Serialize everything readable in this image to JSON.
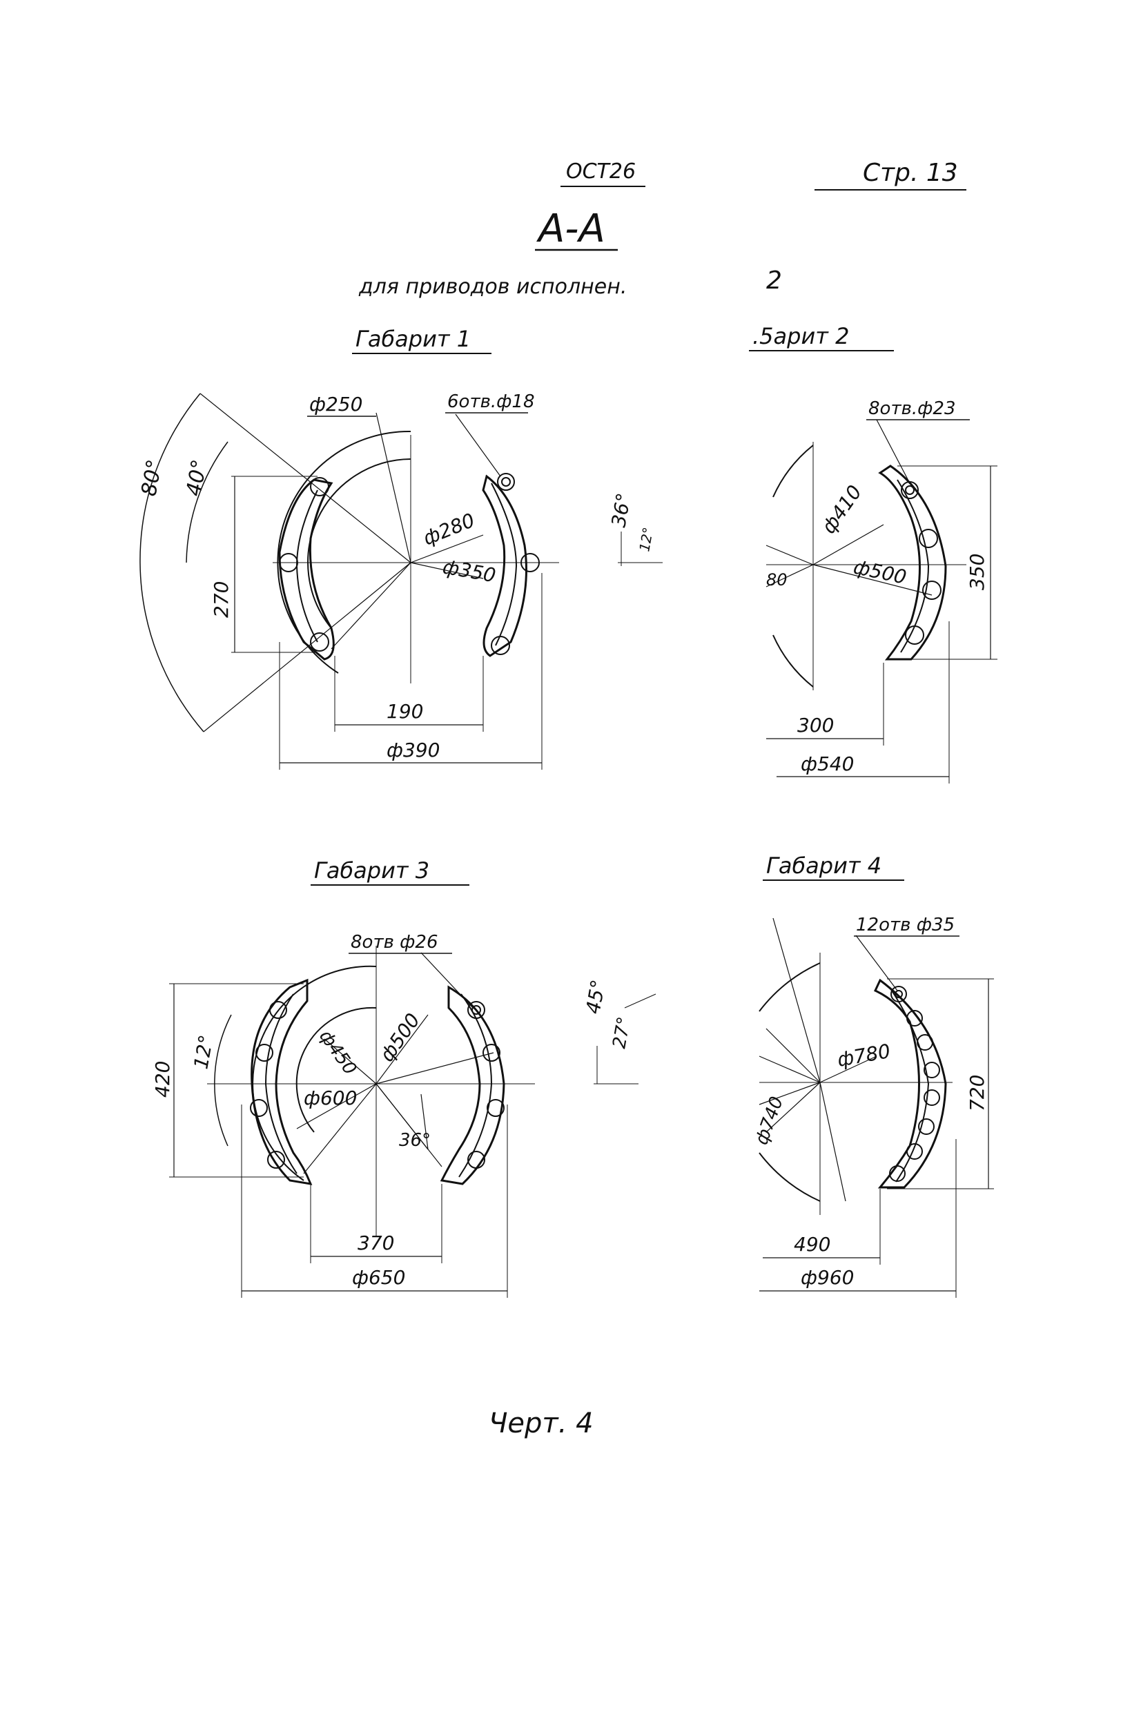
{
  "header": {
    "standard": "ОСТ26",
    "page": "Стр. 13",
    "section": "А-А",
    "subtitle": "для приводов исполнен.",
    "variant": "2"
  },
  "views": [
    {
      "title": "Габарит 1",
      "holes": "6отв.ф18",
      "diameters": [
        "ф250",
        "ф280",
        "ф350"
      ],
      "angles": [
        "80°",
        "40°"
      ],
      "height": "270",
      "width": "190",
      "overall": "ф390",
      "side_angles": [
        "36°",
        "12°"
      ]
    },
    {
      "title": ".5арит 2",
      "holes": "8отв.ф23",
      "diameters": [
        "ф410",
        "ф500"
      ],
      "angle": "80",
      "height": "350",
      "width": "300",
      "overall": "ф540"
    },
    {
      "title": "Габарит 3",
      "holes": "8отв ф26",
      "diameters": [
        "ф450",
        "ф500",
        "ф600"
      ],
      "angles": [
        "12°",
        "36°"
      ],
      "height": "420",
      "width": "370",
      "overall": "ф650",
      "side_angles": [
        "45°",
        "27°"
      ]
    },
    {
      "title": "Габарит 4",
      "holes": "12отв ф35",
      "diameters": [
        "ф780",
        "ф740"
      ],
      "height": "720",
      "width": "490",
      "overall": "ф960"
    }
  ],
  "figure_label": "Черт. 4"
}
